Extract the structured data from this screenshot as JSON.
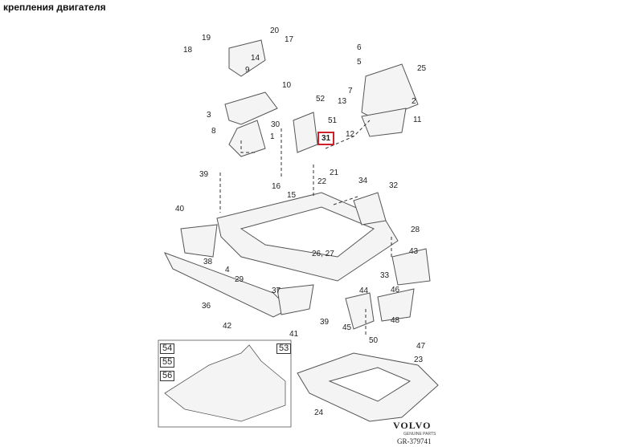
{
  "title": "крепления двигателя",
  "highlighted_part": "31",
  "labels": [
    "20",
    "19",
    "17",
    "18",
    "14",
    "6",
    "5",
    "25",
    "9",
    "10",
    "7",
    "52",
    "13",
    "2",
    "3",
    "30",
    "51",
    "11",
    "8",
    "1",
    "12",
    "31",
    "39",
    "21",
    "34",
    "32",
    "16",
    "22",
    "15",
    "40",
    "28",
    "26, 27",
    "43",
    "38",
    "4",
    "29",
    "33",
    "37",
    "44",
    "46",
    "36",
    "39",
    "48",
    "42",
    "41",
    "45",
    "50",
    "47",
    "23",
    "24"
  ],
  "inset": {
    "label": "53",
    "items": [
      "54",
      "55",
      "56"
    ]
  },
  "brand": "VOLVO",
  "brand_sub": "GENUINE PARTS",
  "diagram_id": "GR-379741",
  "colors": {
    "highlight": "#d0202a",
    "line": "#555555"
  }
}
